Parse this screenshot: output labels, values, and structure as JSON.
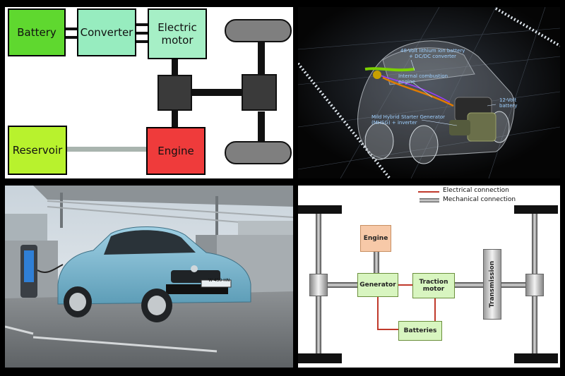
{
  "panel1": {
    "battery": "Battery",
    "converter": "Converter",
    "motor_line1": "Electric",
    "motor_line2": "motor",
    "reservoir": "Reservoir",
    "engine": "Engine",
    "colors": {
      "battery": "#5fd82f",
      "converter": "#97ecbf",
      "motor": "#a6efc6",
      "reservoir": "#b8f22d",
      "engine": "#ef3b3b"
    }
  },
  "panel2": {
    "label_battery_48v_line1": "48-Volt lithium ion battery",
    "label_battery_48v_line2": "+ DC/DC converter",
    "label_ice_line1": "Internal combustion",
    "label_ice_line2": "engine",
    "label_12v_line1": "12-Volt",
    "label_12v_line2": "battery",
    "label_mhsg_line1": "Mild Hybrid Starter Generator",
    "label_mhsg_line2": "(MHSG) + inverter"
  },
  "panel3": {
    "plate": "W-450 HN"
  },
  "panel4": {
    "legend_electrical": "Electrical connection",
    "legend_mechanical": "Mechanical connection",
    "engine": "Engine",
    "generator": "Generator",
    "traction_line1": "Traction",
    "traction_line2": "motor",
    "batteries": "Batteries",
    "transmission": "Transmission",
    "colors": {
      "box_fill": "#d8f5c0",
      "engine_fill": "#f7c9a8",
      "electrical": "#c0392b"
    }
  }
}
